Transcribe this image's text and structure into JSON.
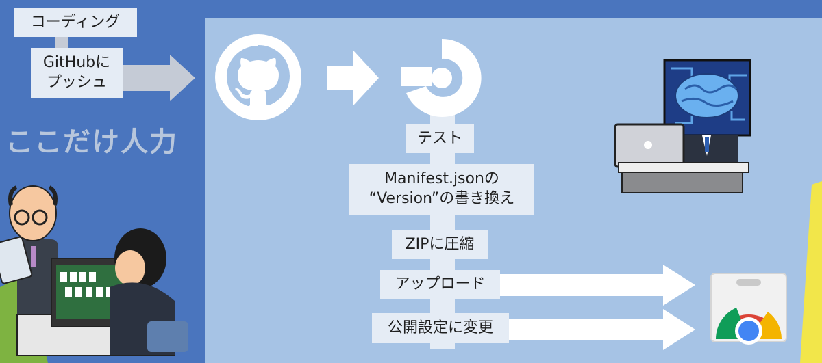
{
  "left": {
    "step_coding": "コーディング",
    "step_push_line1": "GitHubに",
    "step_push_line2": "プッシュ",
    "only_input": "ここだけ人力"
  },
  "pipeline": {
    "test": "テスト",
    "manifest_line1": "Manifest.jsonの",
    "manifest_line2": "“Version”の書き換え",
    "zip": "ZIPに圧縮",
    "upload": "アップロード",
    "publish": "公開設定に変更"
  },
  "icons": {
    "github": "github-octocat-icon",
    "circleci": "circleci-logo-icon",
    "robot": "ai-brain-robot-icon",
    "webstore": "chrome-web-store-icon",
    "people": "office-workers-illustration"
  },
  "colors": {
    "background": "#4a75be",
    "panel": "#a6c3e5",
    "label_bg": "#e5ecf5",
    "arrow": "#ffffff",
    "arrow_gray": "#c5cbd6"
  }
}
